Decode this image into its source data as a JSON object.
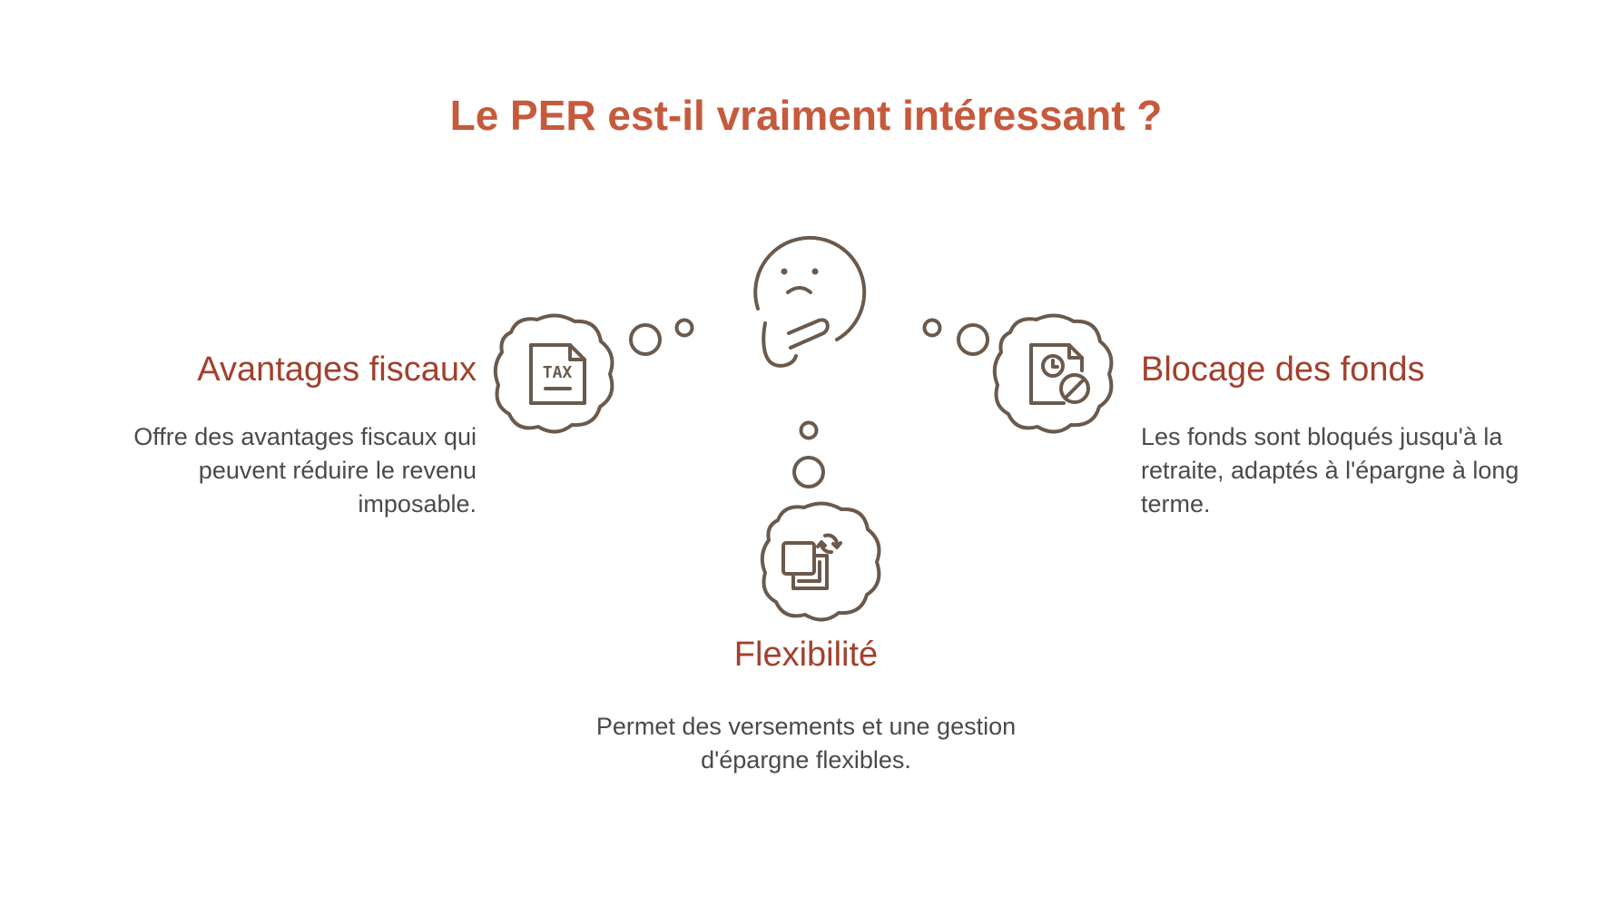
{
  "title": "Le PER est-il vraiment intéressant ?",
  "colors": {
    "title": "#c65a3c",
    "heading": "#a2402c",
    "text": "#4a4a4a",
    "icon_stroke": "#6b5a4c"
  },
  "center": {
    "icon": "thinking-face-icon"
  },
  "items": [
    {
      "icon": "tax-document-icon",
      "heading": "Avantages fiscaux",
      "description": "Offre des avantages fiscaux qui peuvent réduire le revenu imposable.",
      "icon_text": "TAX"
    },
    {
      "icon": "blocked-document-icon",
      "heading": "Blocage des fonds",
      "description": "Les fonds sont bloqués jusqu'à la retraite, adaptés à l'épargne à long terme."
    },
    {
      "icon": "flexible-copy-icon",
      "heading": "Flexibilité",
      "description": "Permet des versements et une gestion d'épargne flexibles."
    }
  ]
}
